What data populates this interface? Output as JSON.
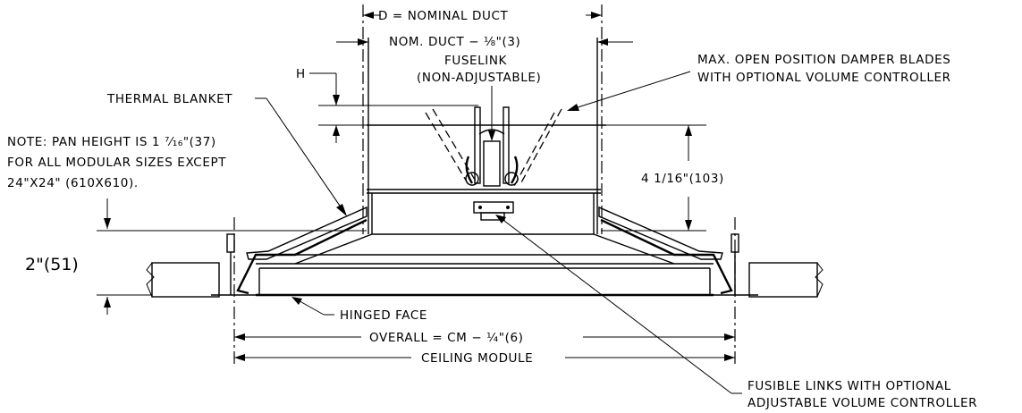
{
  "labels": {
    "nominal_duct": "D = NOMINAL DUCT",
    "nom_duct_minus": "NOM. DUCT − ⅛\"(3)",
    "fuselink_1": "FUSELINK",
    "fuselink_2": "(NON-ADJUSTABLE)",
    "h": "H",
    "thermal_blanket": "THERMAL BLANKET",
    "max_open_1": "MAX. OPEN POSITION DAMPER BLADES",
    "max_open_2": "WITH OPTIONAL VOLUME CONTROLLER",
    "note_1": "NOTE: PAN HEIGHT IS 1 ⁷⁄₁₆\"(37)",
    "note_2": "FOR ALL MODULAR SIZES EXCEPT",
    "note_3": "24\"X24\" (610X610).",
    "dim_height": "4 1/16\"(103)",
    "dim_2in": "2\"(51)",
    "hinged_face": "HINGED FACE",
    "overall": "OVERALL = CM − ¼\"(6)",
    "ceiling_module": "CEILING MODULE",
    "fusible_1": "FUSIBLE LINKS WITH OPTIONAL",
    "fusible_2": "ADJUSTABLE VOLUME CONTROLLER"
  }
}
